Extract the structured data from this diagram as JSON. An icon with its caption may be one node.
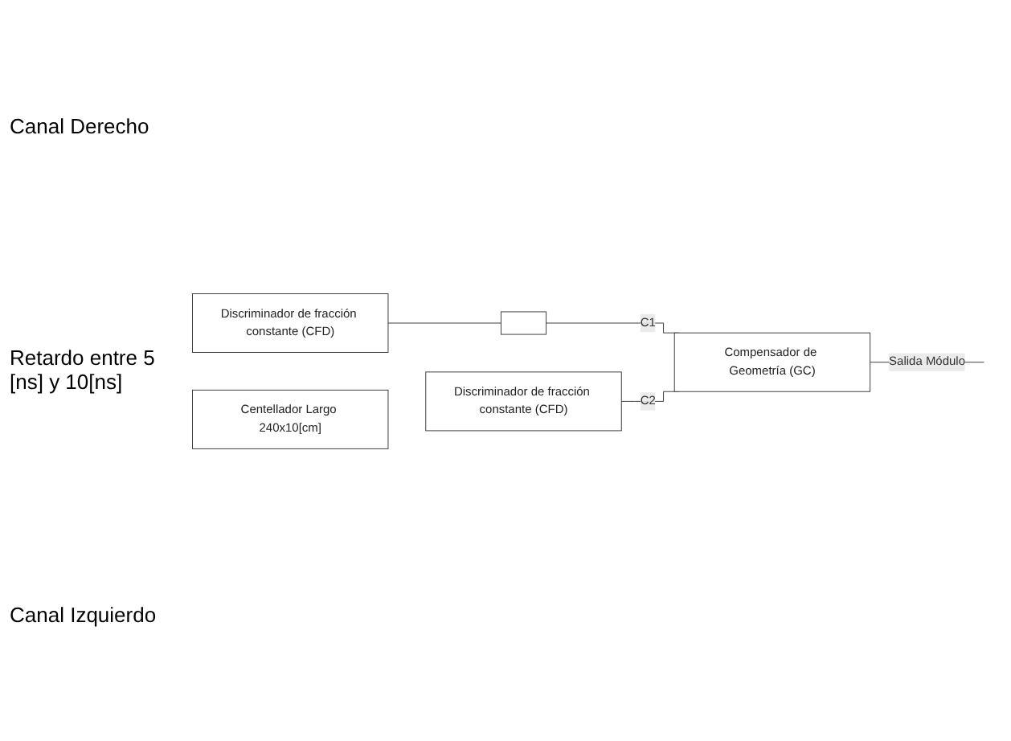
{
  "diagram": {
    "nodes": [
      {
        "text": [
          "Discriminador de fracción constante (CFD)"
        ]
      },
      {
        "text": [
          "Centellador Largo 240x10[cm]"
        ]
      },
      {
        "text": [
          "Discriminador de fracción constante (CFD)"
        ]
      },
      {
        "text": [],
        "shape": "box"
      },
      {
        "text": [
          "Compensador de Geometría (GC)"
        ]
      }
    ],
    "edges": [
      {
        "from": 0,
        "to": 3,
        "arrow": "none"
      },
      {
        "from": 3,
        "to": 4,
        "arrow": "none",
        "label": "C1"
      },
      {
        "from": 2,
        "to": 4,
        "arrow": "none",
        "label": "C2"
      },
      {
        "from": 4,
        "to": null,
        "arrow": "none",
        "label": "Salida Módulo"
      }
    ],
    "labels": [
      "Canal Derecho",
      "Retardo entre 5 [ns] y 10[ns]",
      "Canal Izquierdo"
    ]
  }
}
